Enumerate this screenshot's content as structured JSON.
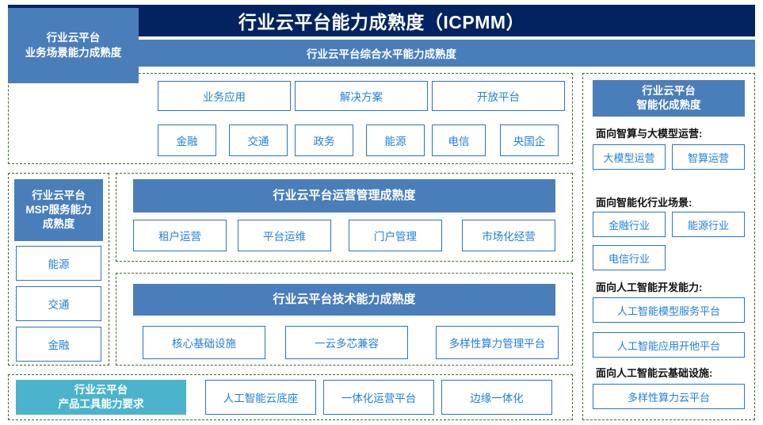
{
  "header": {
    "title": "行业云平台能力成熟度（ICPMM）",
    "subtitle": "行业云平台综合水平能力成熟度"
  },
  "colors": {
    "title_bg": "#012360",
    "subtitle_bg": "#4a7ebb",
    "head_blue": "#4a7ebb",
    "head_teal": "#4bb3cc",
    "box_border": "#2e75b6",
    "box_text": "#1f7fd9",
    "group_dash": "#3a6b26"
  },
  "business": {
    "head_line1": "行业云平台",
    "head_line2": "业务场景能力成熟度",
    "top_row": [
      "业务应用",
      "解决方案",
      "开放平台"
    ],
    "bottom_row": [
      "金融",
      "交通",
      "政务",
      "能源",
      "电信",
      "央国企"
    ]
  },
  "msp": {
    "head_line1": "行业云平台",
    "head_line2": "MSP服务能力",
    "head_line3": "成熟度",
    "items": [
      "能源",
      "交通",
      "金融"
    ]
  },
  "operations": {
    "head": "行业云平台运营管理成熟度",
    "items": [
      "租户运营",
      "平台运维",
      "门户管理",
      "市场化经营"
    ]
  },
  "technical": {
    "head": "行业云平台技术能力成熟度",
    "items": [
      "核心基础设施",
      "一云多芯兼容",
      "多样性算力管理平台"
    ]
  },
  "product": {
    "head_line1": "行业云平台",
    "head_line2": "产品工具能力要求",
    "items": [
      "人工智能云底座",
      "一体化运营平台",
      "边缘一体化"
    ]
  },
  "ai": {
    "head_line1": "行业云平台",
    "head_line2": "智能化成熟度",
    "section1_label": "面向智算与大模型运营:",
    "section1_items": [
      "大模型运营",
      "智算运营"
    ],
    "section2_label": "面向智能化行业场景:",
    "section2_items": [
      "金融行业",
      "能源行业",
      "电信行业"
    ],
    "section3_label": "面向人工智能开发能力:",
    "section3_items": [
      "人工智能模型服务平台",
      "人工智能应用开他平台"
    ],
    "section4_label": "面向人工智能云基础设施:",
    "section4_items": [
      "多样性算力云平台"
    ]
  }
}
